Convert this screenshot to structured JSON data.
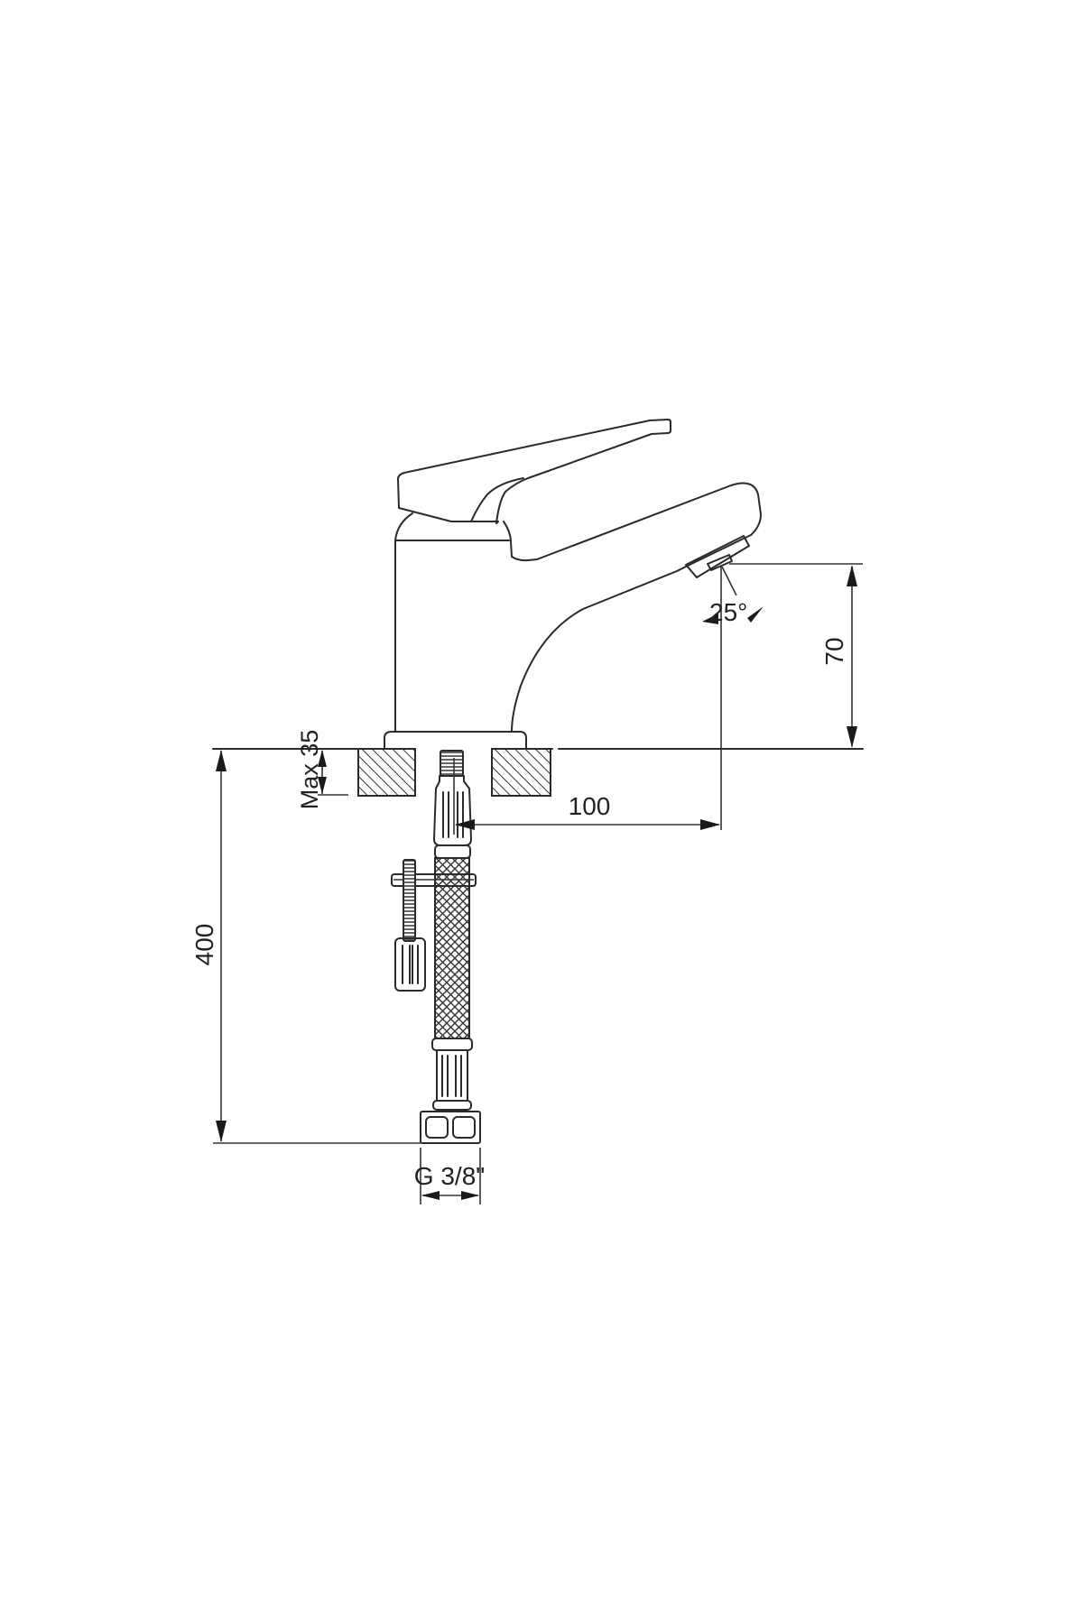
{
  "drawing": {
    "subject": "Single-lever basin faucet, side elevation",
    "line_color": "#2a2a2a",
    "background": "#ffffff"
  },
  "dimensions": {
    "spout_height": {
      "label": "70",
      "unit": "mm"
    },
    "spout_reach": {
      "label": "100",
      "unit": "mm"
    },
    "hose_length": {
      "label": "400",
      "unit": "mm"
    },
    "max_deck_thickness": {
      "label": "Max 35",
      "unit": "mm"
    },
    "spout_angle": {
      "label": "25°"
    },
    "connection_thread": {
      "label": "G 3/8\""
    }
  },
  "components": [
    {
      "name": "lever-handle"
    },
    {
      "name": "mixer-body"
    },
    {
      "name": "spout"
    },
    {
      "name": "aerator"
    },
    {
      "name": "base-plate"
    },
    {
      "name": "countertop-section"
    },
    {
      "name": "threaded-stud"
    },
    {
      "name": "mounting-bracket"
    },
    {
      "name": "thumb-nut"
    },
    {
      "name": "braided-hose"
    },
    {
      "name": "hose-nut"
    }
  ]
}
